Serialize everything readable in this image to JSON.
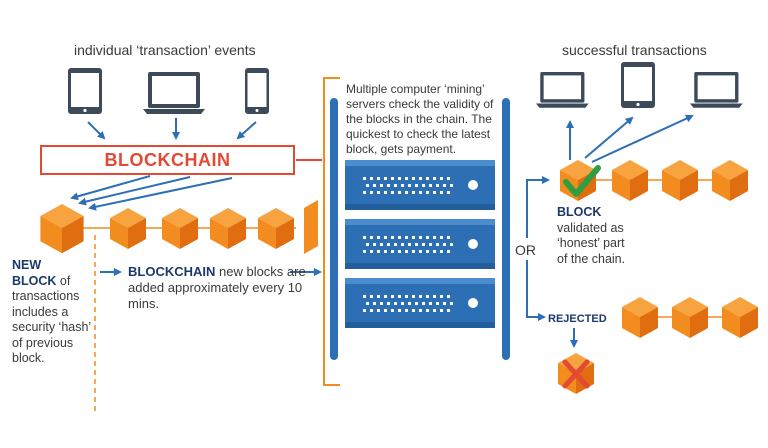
{
  "header_left": "individual ‘transaction’ events",
  "header_right": "successful transactions",
  "blockchain_label": "BLOCKCHAIN",
  "mining_text": "Multiple computer ‘mining’ servers check the validity of the blocks in the chain. The quickest to check the latest block, gets payment.",
  "new_block": {
    "title_line1": "NEW",
    "title_line2": "BLOCK",
    "rest_inline": " of",
    "rest": "transactions includes a security ‘hash’ of previous block."
  },
  "chain_note": {
    "bold": "BLOCKCHAIN",
    "rest": " new blocks are added approximately every 10 mins."
  },
  "or_label": "OR",
  "validated": {
    "bold": "BLOCK",
    "rest": "validated as ‘honest’ part of the chain."
  },
  "rejected_label": "REJECTED",
  "colors": {
    "orange": "#f28c1e",
    "orange_dark": "#e06d0f",
    "navy": "#1b3a6b",
    "blue": "#2c6fb5",
    "red": "#e34a33",
    "green": "#2e9e3e",
    "device": "#3d4a5a"
  },
  "icons": [
    "tablet-icon",
    "laptop-icon",
    "phone-icon",
    "server-icon",
    "cube-icon",
    "check-icon",
    "x-icon"
  ]
}
